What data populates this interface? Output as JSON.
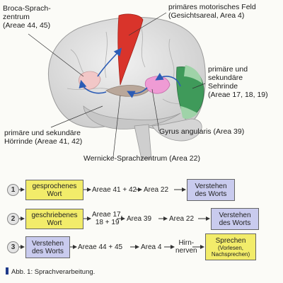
{
  "labels": {
    "broca": "Broca-Sprach-\nzentrum\n(Areae 44, 45)",
    "motor": "primäres motorisches Feld\n(Gesichtsareal, Area 4)",
    "visual": "primäre  und\nsekundäre\nSehrinde\n(Areae 17, 18, 19)",
    "auditory": "primäre  und sekundäre\nHörrinde (Areae 41, 42)",
    "angular": "Gyrus angularis (Area 39)",
    "wernicke": "Wernicke-Sprachzentrum (Area 22)"
  },
  "flows": [
    {
      "number": "1",
      "start": "gesprochenes\nWort",
      "steps": [
        "Areae 41 + 42",
        "Area 22"
      ],
      "end": "Verstehen\ndes Worts"
    },
    {
      "number": "2",
      "start": "geschriebenes\nWort",
      "steps": [
        "Areae 17,\n18 + 19",
        "Area 39",
        "Area 22"
      ],
      "end": "Verstehen\ndes Worts"
    },
    {
      "number": "3",
      "start": "Verstehen\ndes Worts",
      "steps": [
        "Areae 44 + 45",
        "Area 4",
        "Hirn-\nnerven"
      ],
      "end_title": "Sprechen",
      "end_sub": "(Vorlesen,\nNachsprechen)"
    }
  ],
  "caption": "Abb. 1: Sprachverarbeitung.",
  "colors": {
    "brain": "#dcdcdc",
    "motor_area": "#d9342b",
    "broca_area": "#f2c7c7",
    "wernicke_area": "#b9a79a",
    "angular_area": "#ef9bd4",
    "visual_area": "#3f9a5a",
    "arrow": "#2b5bb5",
    "yellow_box": "#f2ec6a",
    "lilac_box": "#c9cbee"
  }
}
